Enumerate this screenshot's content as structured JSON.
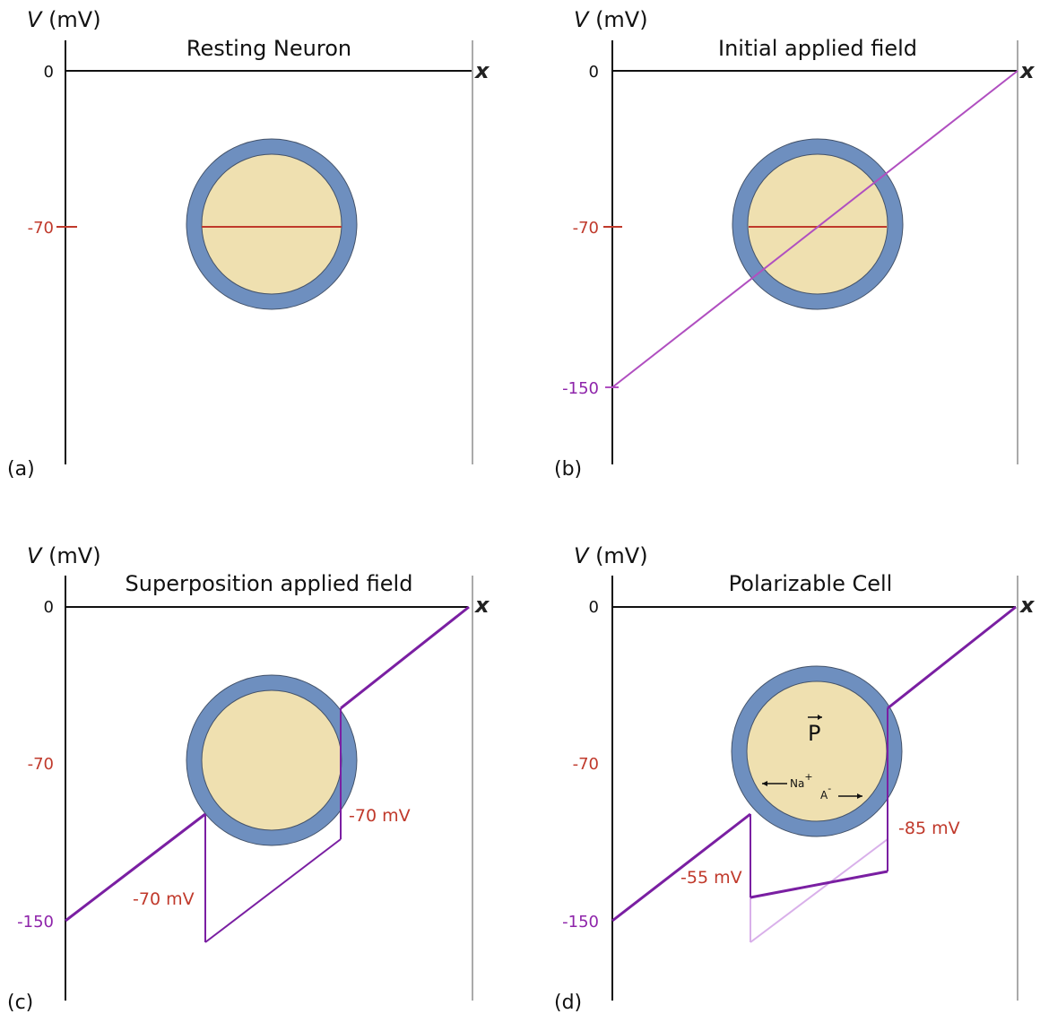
{
  "y_axis_var": "V",
  "y_axis_unit": "(mV)",
  "x_axis_label": "x",
  "tick_zero": "0",
  "tick_rest": "-70",
  "tick_min": "-150",
  "panels": [
    {
      "letter": "(a)",
      "title": "Resting Neuron"
    },
    {
      "letter": "(b)",
      "title": "Initial applied field"
    },
    {
      "letter": "(c)",
      "title": "Superposition applied field",
      "jump_left": "-70 mV",
      "jump_right": "-70 mV"
    },
    {
      "letter": "(d)",
      "title": "Polarizable Cell",
      "jump_left": "-55 mV",
      "jump_right": "-85 mV",
      "polarization": "P",
      "cation": "Na",
      "cation_sup": "+",
      "anion": "A",
      "anion_sup": "-"
    }
  ],
  "colors": {
    "membrane": "#6e8fbf",
    "cytoplasm": "#efe0b0",
    "resting_line": "#c0392b",
    "applied_field": "#b04fc0",
    "potential": "#7a1fa2",
    "ghost": "#d9b0ea",
    "mv_label": "#c0392b"
  }
}
